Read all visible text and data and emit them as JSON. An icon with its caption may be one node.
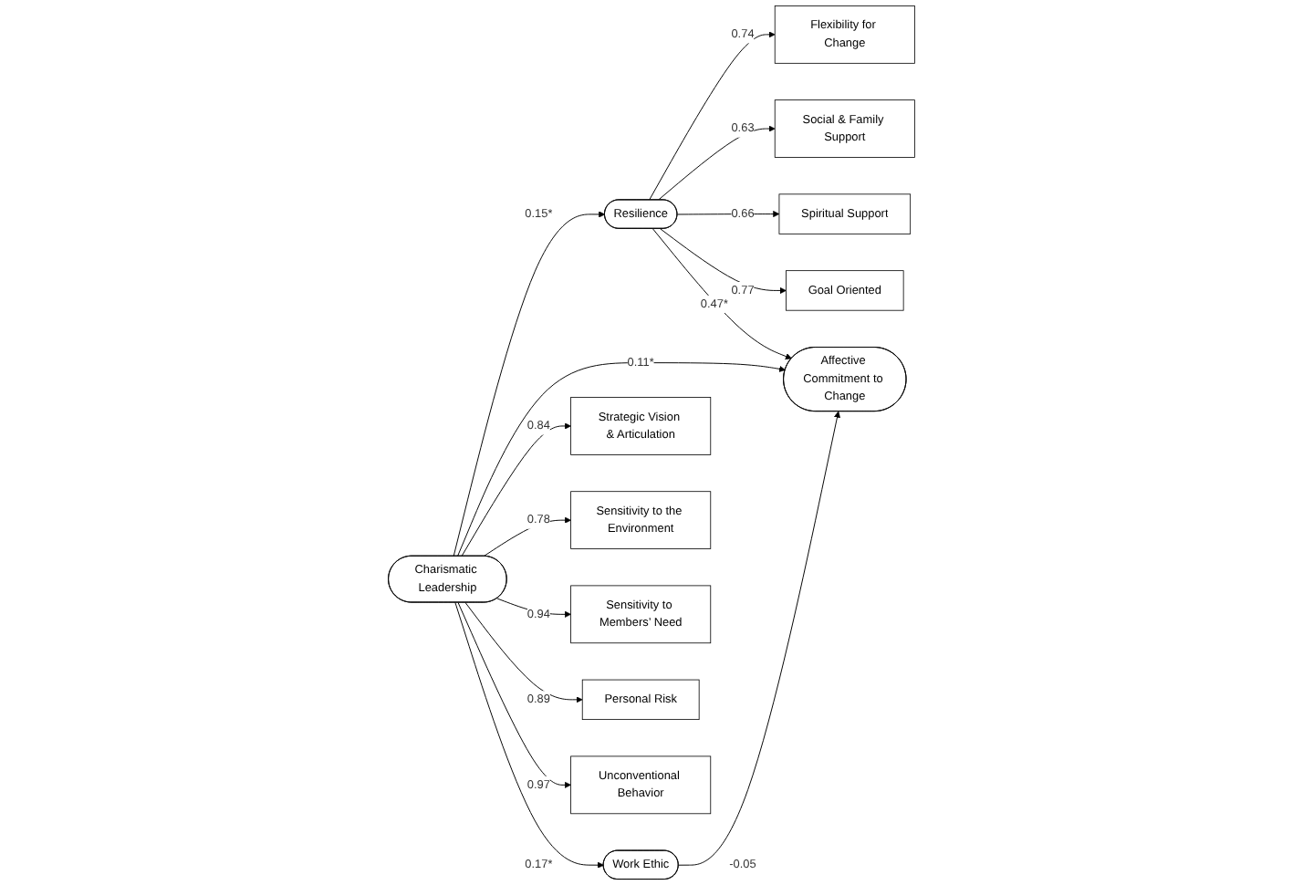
{
  "diagram": {
    "nodes": [
      {
        "text": [
          "Flexibility for Change"
        ]
      },
      {
        "text": [
          "Social & Family Support"
        ]
      },
      {
        "text": [
          "Spiritual Support"
        ]
      },
      {
        "text": [
          "Goal Oriented"
        ]
      },
      {
        "text": [
          "Resilience"
        ]
      },
      {
        "text": [
          "Strategic Vision & Articulation"
        ]
      },
      {
        "text": [
          "Sensitivity to the Environment"
        ]
      },
      {
        "text": [
          "Sensitivity to Members’ Need"
        ]
      },
      {
        "text": [
          "Personal Risk"
        ]
      },
      {
        "text": [
          "Unconventional Behavior"
        ]
      },
      {
        "text": [
          "Charismatic Leadership"
        ]
      },
      {
        "text": [
          "Affective Commitment to Change"
        ]
      },
      {
        "text": [
          "Work Ethic"
        ]
      }
    ],
    "edges": [
      {
        "from": 4,
        "to": 0,
        "arrow": "to",
        "label": "0.74"
      },
      {
        "from": 4,
        "to": 1,
        "arrow": "to",
        "label": "0.63"
      },
      {
        "from": 4,
        "to": 2,
        "arrow": "to",
        "label": "0.66"
      },
      {
        "from": 4,
        "to": 3,
        "arrow": "to",
        "label": "0.77"
      },
      {
        "from": 10,
        "to": 5,
        "arrow": "to",
        "label": "0.84"
      },
      {
        "from": 10,
        "to": 6,
        "arrow": "to",
        "label": "0.78"
      },
      {
        "from": 10,
        "to": 7,
        "arrow": "to",
        "label": "0.94"
      },
      {
        "from": 10,
        "to": 8,
        "arrow": "to",
        "label": "0.89"
      },
      {
        "from": 10,
        "to": 9,
        "arrow": "to",
        "label": "0.97"
      },
      {
        "from": 10,
        "to": 4,
        "arrow": "to",
        "label": "0.15*"
      },
      {
        "from": 4,
        "to": 11,
        "arrow": "to",
        "label": "0.47*"
      },
      {
        "from": 10,
        "to": 11,
        "arrow": "to",
        "label": "0.11*"
      },
      {
        "from": 10,
        "to": 12,
        "arrow": "to",
        "label": "0.17*"
      },
      {
        "from": 12,
        "to": 11,
        "arrow": "to",
        "label": "-0.05"
      }
    ]
  }
}
